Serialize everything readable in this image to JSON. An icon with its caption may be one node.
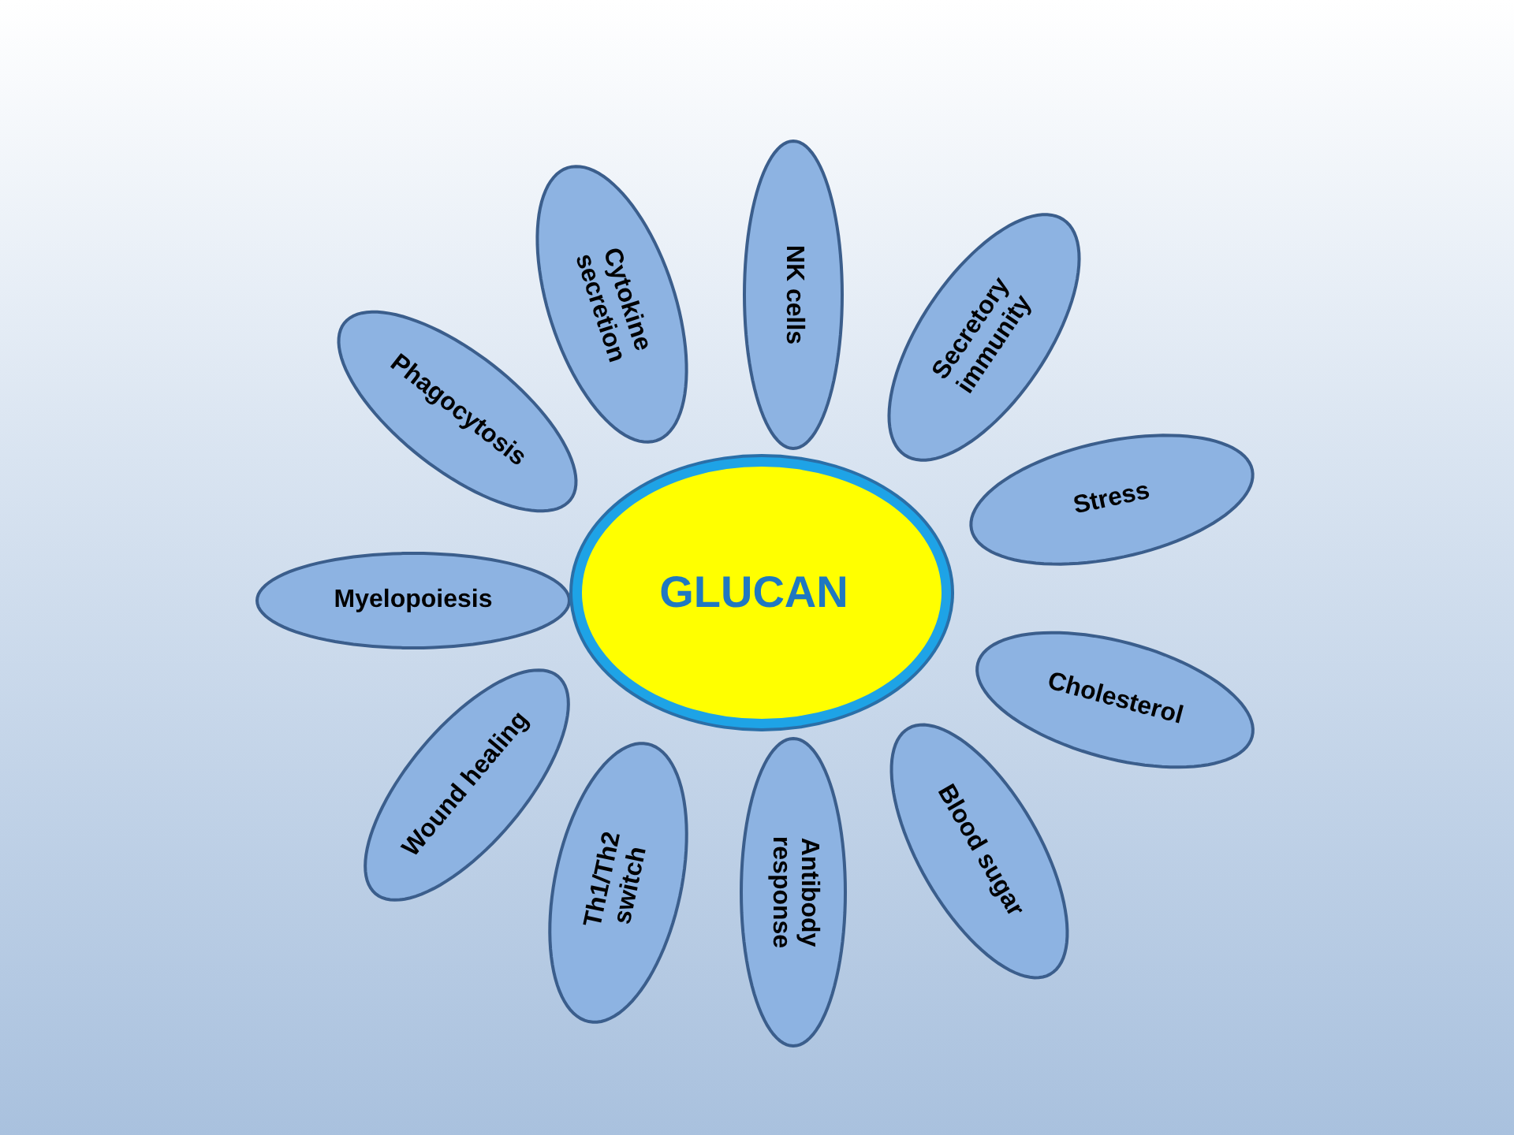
{
  "diagram": {
    "nodes": [
      {
        "text": [
          "GLUCAN"
        ]
      },
      {
        "text": [
          "Cytokine secretion"
        ]
      },
      {
        "text": [
          "NK cells"
        ]
      },
      {
        "text": [
          "Secretory immunity"
        ]
      },
      {
        "text": [
          "Stress"
        ]
      },
      {
        "text": [
          "Cholesterol"
        ]
      },
      {
        "text": [
          "Blood sugar"
        ]
      },
      {
        "text": [
          "Antibody response"
        ]
      },
      {
        "text": [
          "Th1/Th2 switch"
        ]
      },
      {
        "text": [
          "Wound healing"
        ]
      },
      {
        "text": [
          "Myelopoiesis"
        ]
      },
      {
        "text": [
          "Phagocytosis"
        ]
      }
    ]
  }
}
